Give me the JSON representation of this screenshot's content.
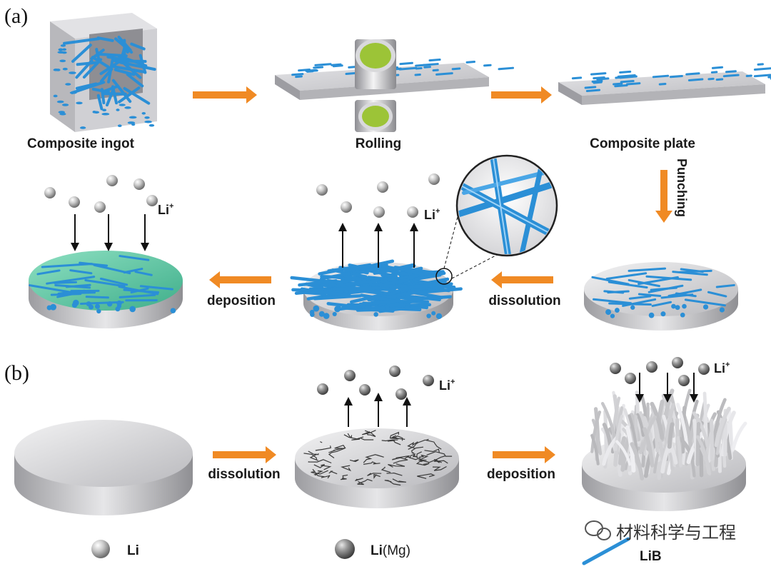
{
  "panel_a": {
    "label": "(a)",
    "composite_ingot": "Composite ingot",
    "rolling": "Rolling",
    "composite_plate": "Composite plate",
    "punching": "Punching",
    "li_ion_left": "Li",
    "li_ion_mid": "Li",
    "deposition": "deposition",
    "dissolution": "dissolution"
  },
  "panel_b": {
    "label": "(b)",
    "li_ion_mid": "Li",
    "li_ion_right": "Li",
    "dissolution": "dissolution",
    "deposition": "deposition"
  },
  "legend": {
    "li": "Li",
    "li_mg_prefix": "Li",
    "li_mg_suffix": "(Mg)",
    "lib": "LiB"
  },
  "watermark": "材料科学与工程",
  "superscript_plus": "+",
  "colors": {
    "arrow_orange": "#f08a24",
    "fiber_blue": "#2b8fd6",
    "green_surface": "#5ec9a6",
    "roller_green": "#9cc437",
    "metal_gray": "#c9c9cc"
  }
}
